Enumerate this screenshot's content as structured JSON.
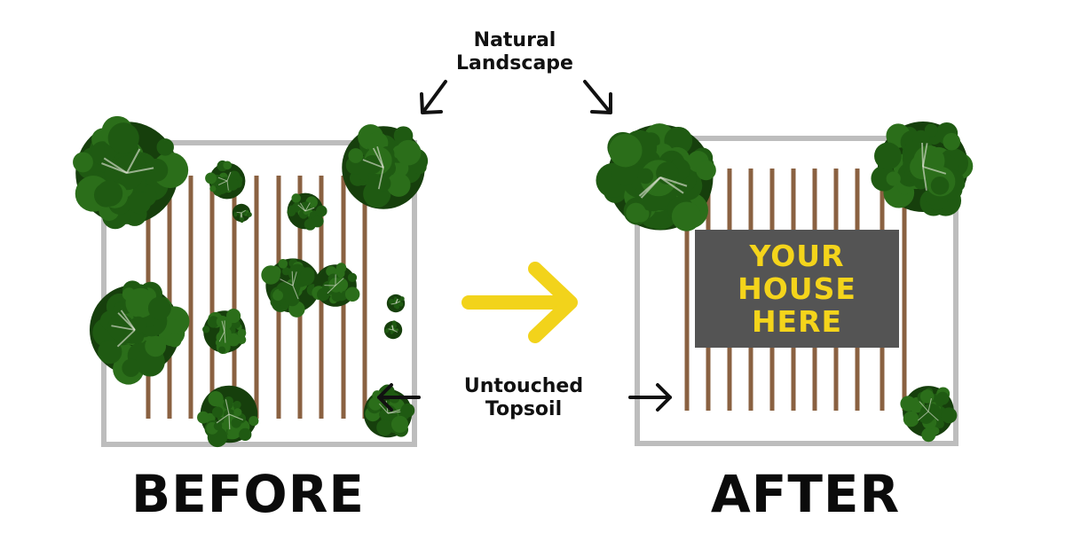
{
  "callouts": {
    "top": [
      "Natural",
      "Landscape"
    ],
    "middle": [
      "Untouched",
      "Topsoil"
    ]
  },
  "panels": {
    "before_label": "BEFORE",
    "after_label": "AFTER"
  },
  "house_sign": [
    "YOUR",
    "HOUSE",
    "HERE"
  ],
  "colors": {
    "lot_border": "#bdbdbd",
    "stake": "#8a6141",
    "tree": "#1f5a12",
    "tree_dark": "#163f0c",
    "arrow_main": "#f2d31b",
    "house_fill": "#545454",
    "house_text": "#f4d41b"
  },
  "icons": [
    "arrow-right-icon",
    "arrow-left-icon",
    "arrow-down-left-icon",
    "arrow-down-right-icon",
    "tree-icon"
  ]
}
